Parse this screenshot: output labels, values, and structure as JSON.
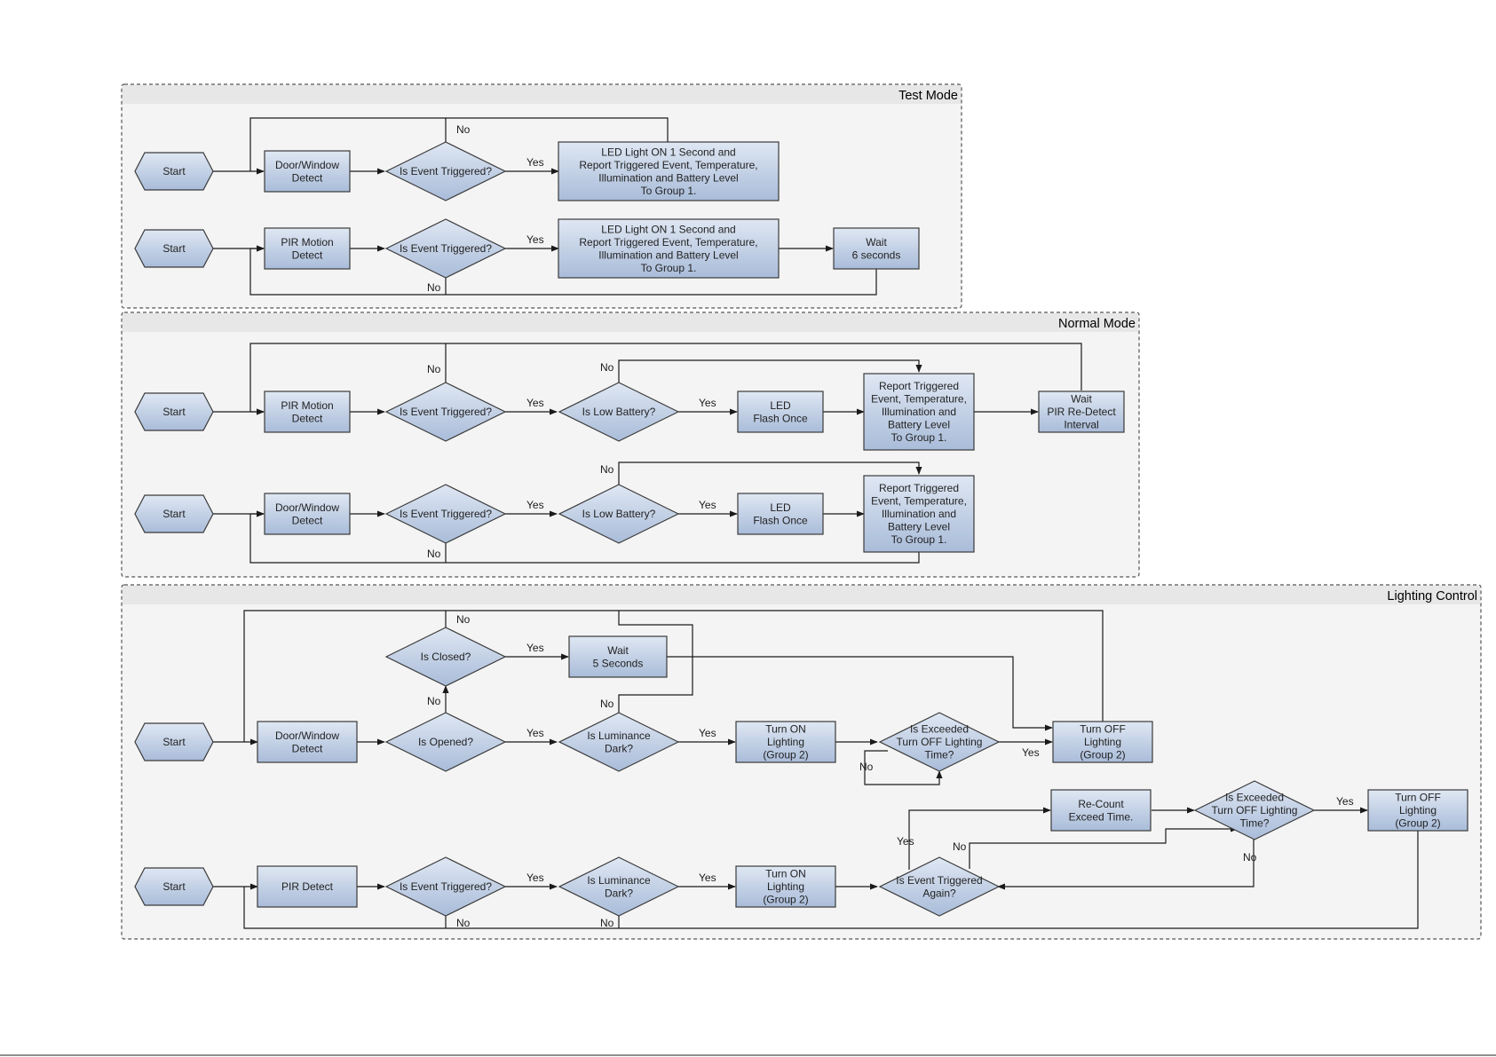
{
  "panels": {
    "test_mode": {
      "title": "Test Mode"
    },
    "normal_mode": {
      "title": "Normal Mode"
    },
    "lighting_control": {
      "title": "Lighting Control"
    }
  },
  "labels": {
    "start": "Start",
    "door_window_detect": "Door/Window\nDetect",
    "pir_motion_detect": "PIR Motion\nDetect",
    "pir_detect": "PIR Detect",
    "is_event_triggered": "Is Event Triggered?",
    "is_low_battery": "Is Low Battery?",
    "is_opened": "Is Opened?",
    "is_closed": "Is Closed?",
    "is_luminance_dark": "Is Luminance\nDark?",
    "is_exceeded_turn_off": "Is Exceeded\nTurn OFF Lighting\nTime?",
    "is_event_triggered_again": "Is Event Triggered\nAgain?",
    "led_on_report": "LED Light ON 1 Second and\nReport Triggered Event, Temperature,\nIllumination and Battery Level\nTo Group 1.",
    "wait_6_seconds": "Wait\n6 seconds",
    "led_flash_once": "LED\nFlash Once",
    "report_triggered_event": "Report Triggered\nEvent, Temperature,\nIllumination and\nBattery Level\nTo Group 1.",
    "wait_pir_redetect": "Wait\nPIR Re-Detect\nInterval",
    "wait_5_seconds": "Wait\n5 Seconds",
    "turn_on_lighting": "Turn ON\nLighting\n(Group 2)",
    "turn_off_lighting": "Turn OFF\nLighting\n(Group 2)",
    "recount_exceed_time": "Re-Count\nExceed Time.",
    "yes": "Yes",
    "no": "No"
  },
  "colors": {
    "node_fill_top": "#dfe7f3",
    "node_fill_bottom": "#a9bcd9",
    "panel_fill": "#f4f4f4",
    "panel_header": "#e7e7e7",
    "line": "#1a1a1a"
  }
}
